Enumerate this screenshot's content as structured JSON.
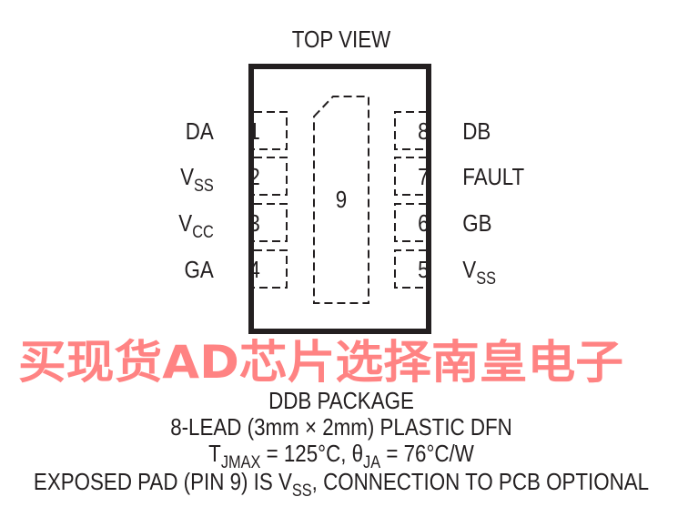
{
  "title": "TOP VIEW",
  "pins": {
    "left": [
      {
        "num": "1",
        "name": "DA",
        "sub": ""
      },
      {
        "num": "2",
        "name": "V",
        "sub": "SS"
      },
      {
        "num": "3",
        "name": "V",
        "sub": "CC"
      },
      {
        "num": "4",
        "name": "GA",
        "sub": ""
      }
    ],
    "right": [
      {
        "num": "8",
        "name": "DB",
        "sub": ""
      },
      {
        "num": "7",
        "name": "FAULT",
        "sub": ""
      },
      {
        "num": "6",
        "name": "GB",
        "sub": ""
      },
      {
        "num": "5",
        "name": "V",
        "sub": "SS"
      }
    ],
    "exposed": "9"
  },
  "package": {
    "name": "DDB PACKAGE",
    "desc": "8-LEAD (3mm × 2mm) PLASTIC DFN"
  },
  "thermal": {
    "t": "T",
    "t_sub": "JMAX",
    "t_val": " = 125°C, ",
    "theta": "θ",
    "theta_sub": "JA",
    "theta_val": " = 76°C/W"
  },
  "note": {
    "a": "EXPOSED PAD (PIN 9) IS V",
    "sub": "SS",
    "b": ", CONNECTION TO PCB OPTIONAL"
  },
  "watermark": "买现货AD芯片选择南皇电子"
}
